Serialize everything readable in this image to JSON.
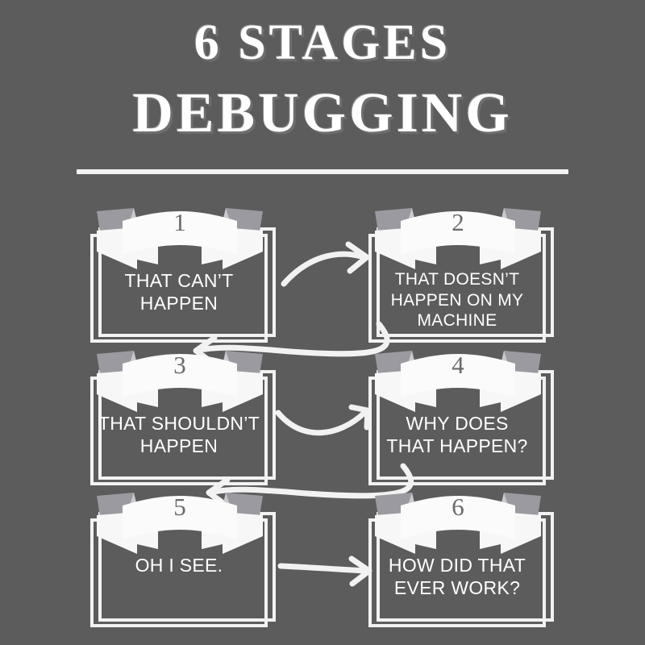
{
  "poster": {
    "title_line_1": "6 STAGES",
    "title_line_2": "DEBUGGING",
    "background_color": "#5c5c5c",
    "ink_color": "#ffffff"
  },
  "stages": [
    {
      "number": "1",
      "text": "THAT CAN’T\nHAPPEN"
    },
    {
      "number": "2",
      "text": "THAT DOESN’T\nHAPPEN ON MY\nMACHINE"
    },
    {
      "number": "3",
      "text": "THAT SHOULDN’T\nHAPPEN"
    },
    {
      "number": "4",
      "text": "WHY DOES\nTHAT HAPPEN?"
    },
    {
      "number": "5",
      "text": "OH I SEE."
    },
    {
      "number": "6",
      "text": "HOW DID THAT\nEVER WORK?"
    }
  ],
  "connectors": [
    {
      "name": "arrow-stage-1-to-2",
      "direction": "right"
    },
    {
      "name": "arrow-stage-2-to-3",
      "direction": "left"
    },
    {
      "name": "arrow-stage-3-to-4",
      "direction": "right"
    },
    {
      "name": "arrow-stage-4-to-5",
      "direction": "left"
    },
    {
      "name": "arrow-stage-5-to-6",
      "direction": "right"
    }
  ]
}
